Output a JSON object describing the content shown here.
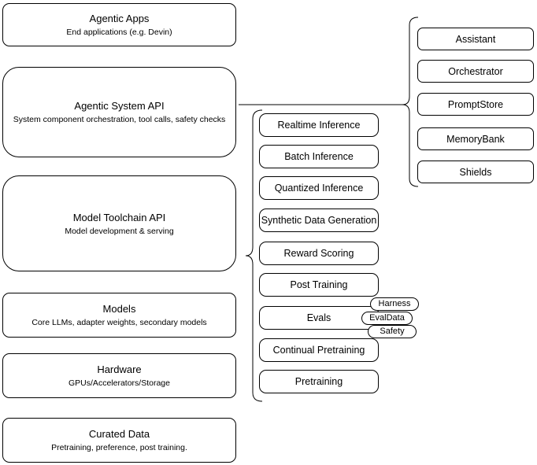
{
  "diagram": {
    "left_stack": [
      {
        "title": "Agentic Apps",
        "subtitle": "End applications (e.g. Devin)"
      },
      {
        "title": "Agentic System API",
        "subtitle": "System component orchestration, tool calls, safety checks"
      },
      {
        "title": "Model Toolchain API",
        "subtitle": "Model development & serving"
      },
      {
        "title": "Models",
        "subtitle": "Core LLMs, adapter weights, secondary models"
      },
      {
        "title": "Hardware",
        "subtitle": "GPUs/Accelerators/Storage"
      },
      {
        "title": "Curated Data",
        "subtitle": "Pretraining, preference, post training."
      }
    ],
    "toolchain_items": [
      "Realtime Inference",
      "Batch Inference",
      "Quantized Inference",
      "Synthetic Data Generation",
      "Reward Scoring",
      "Post Training",
      "Evals",
      "Continual Pretraining",
      "Pretraining"
    ],
    "evals_badges": [
      "Harness",
      "EvalData",
      "Safety"
    ],
    "system_components": [
      "Assistant",
      "Orchestrator",
      "PromptStore",
      "MemoryBank",
      "Shields"
    ],
    "colors": {
      "stroke": "#000000",
      "fill": "#ffffff",
      "text": "#000000"
    }
  }
}
